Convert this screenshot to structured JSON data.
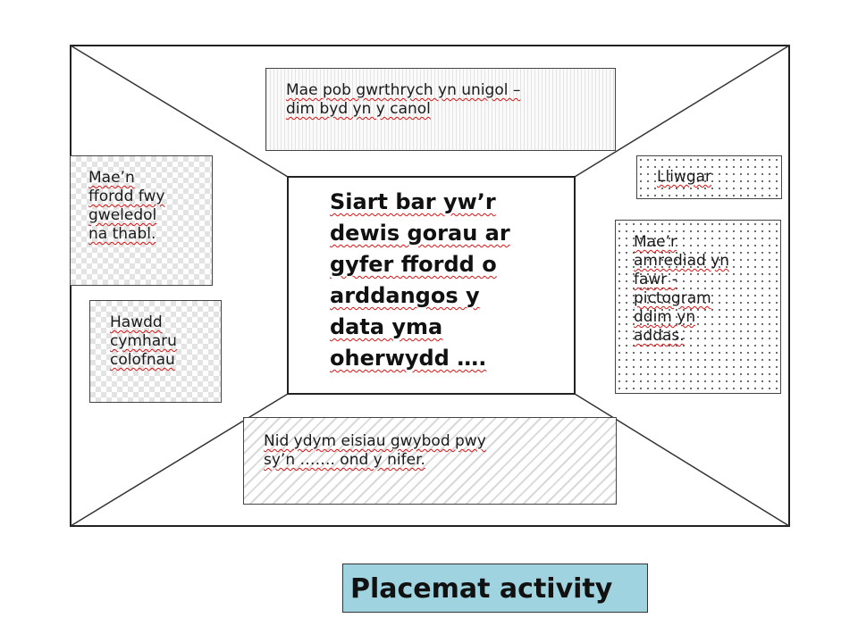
{
  "center": {
    "text": "Siart bar yw’r\ndewis gorau ar\ngyfer ffordd o\narddangos y\ndata yma\noherwydd …."
  },
  "boxes": {
    "top": "Mae pob gwrthrych yn unigol –\ndim byd yn y canol",
    "left_upper": "Mae’n\nffordd fwy\ngweledol\nna thabl.",
    "left_lower": "Hawdd\ncymharu\ncolofnau",
    "right_upper": "Lliwgar",
    "right_lower": "Mae’r\namrediad yn\nfawr -\npictogram\nddim yn\naddas.",
    "bottom": "Nid ydym eisiau gwybod pwy\nsy’n ……. ond y nifer."
  },
  "caption": "Placemat activity"
}
